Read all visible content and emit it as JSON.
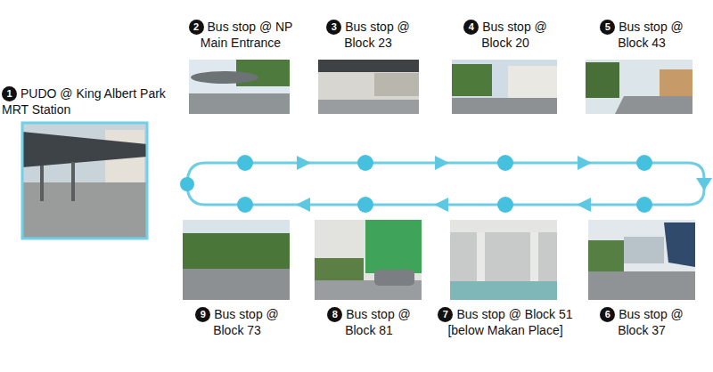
{
  "diagram": {
    "nodes": [
      {
        "text": [
          "1",
          "PUDO @ King Albert Park MRT Station"
        ]
      },
      {
        "text": [
          "2",
          "Bus stop @ NP Main Entrance"
        ]
      },
      {
        "text": [
          "3",
          "Bus stop @ Block 23"
        ]
      },
      {
        "text": [
          "4",
          "Bus stop @ Block 20"
        ]
      },
      {
        "text": [
          "5",
          "Bus stop @ Block 43"
        ]
      },
      {
        "text": [
          "6",
          "Bus stop @ Block 37"
        ]
      },
      {
        "text": [
          "7",
          "Bus stop @ Block 51 [below Makan Place]"
        ]
      },
      {
        "text": [
          "8",
          "Bus stop @ Block 81"
        ]
      },
      {
        "text": [
          "9",
          "Bus stop @ Block 73"
        ]
      }
    ]
  }
}
